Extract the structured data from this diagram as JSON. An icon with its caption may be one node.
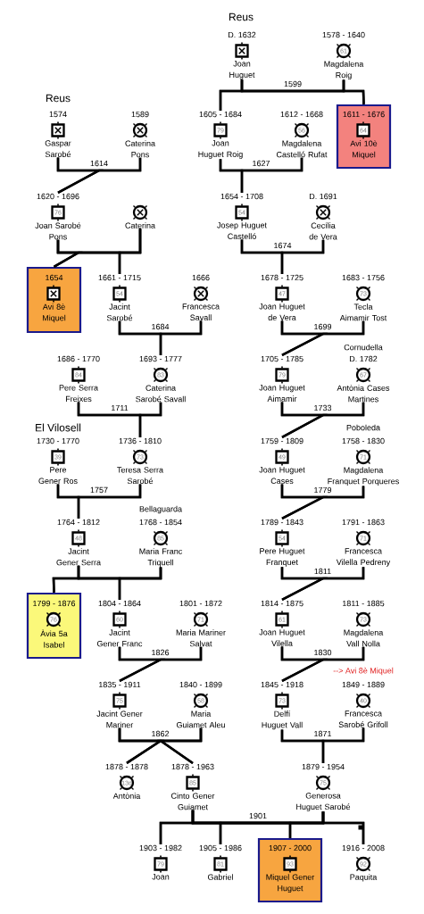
{
  "diagram": {
    "nodes": [
      {
        "text": [],
        "shape": "box",
        "beside": [
          "D. 1632",
          "Joan Huguet"
        ]
      },
      {
        "text": [
          "61"
        ],
        "beside": [
          "1578 - 1640",
          "Magdalena Roig"
        ]
      },
      {
        "text": [],
        "shape": "box",
        "beside": [
          "1574",
          "Gaspar Sarobé"
        ]
      },
      {
        "text": [],
        "shape": "circle",
        "beside": [
          "1589",
          "Caterina Pons"
        ]
      },
      {
        "text": [
          "79"
        ],
        "beside": [
          "1605 - 1684",
          "Joan Huguet Roig"
        ]
      },
      {
        "text": [
          "56"
        ],
        "beside": [
          "1612 - 1668",
          "Magdalena Castelló Rufat"
        ]
      },
      {
        "text": [
          "1611 - 1676",
          "Avi 10è Miquel"
        ]
      },
      {
        "text": [
          "64"
        ],
        "in": 6
      },
      {
        "text": [
          "76"
        ],
        "beside": [
          "1620 - 1696",
          "Joan Sarobé Pons"
        ]
      },
      {
        "text": [],
        "shape": "circle",
        "beside": [
          "Caterina"
        ]
      },
      {
        "text": [
          "54"
        ],
        "beside": [
          "1654 - 1708",
          "Josep Huguet Castelló"
        ]
      },
      {
        "text": [],
        "shape": "circle",
        "beside": [
          "D. 1691",
          "Cecília de Vera"
        ]
      },
      {
        "text": [
          "1654",
          "Avi 8è Miquel"
        ]
      },
      {
        "text": [],
        "shape": "box",
        "in": 12
      },
      {
        "text": [
          "54"
        ],
        "beside": [
          "1661 - 1715",
          "Jacint Sarobé"
        ]
      },
      {
        "text": [],
        "shape": "circle",
        "beside": [
          "1666",
          "Francesca Savall"
        ]
      },
      {
        "text": [
          "47"
        ],
        "beside": [
          "1678 - 1725",
          "Joan Huguet de Vera"
        ]
      },
      {
        "text": [
          "73"
        ],
        "beside": [
          "1683 - 1756",
          "Tecla Aimamir Tost"
        ]
      },
      {
        "text": [
          "84"
        ],
        "beside": [
          "1686 - 1770",
          "Pere Serra Freixes"
        ]
      },
      {
        "text": [
          "83"
        ],
        "beside": [
          "1693 - 1777",
          "Caterina Sarobé Savall"
        ]
      },
      {
        "text": [
          "79"
        ],
        "beside": [
          "1705 - 1785",
          "Joan Huguet Aimamir"
        ]
      },
      {
        "text": [
          "67"
        ],
        "beside": [
          "D. 1782",
          "Antònia Cases Martines"
        ]
      },
      {
        "text": [
          "39"
        ],
        "beside": [
          "1730 - 1770",
          "Pere Gener Ros"
        ]
      },
      {
        "text": [
          "73"
        ],
        "beside": [
          "1736 - 1810",
          "Teresa Serra Sarobé"
        ]
      },
      {
        "text": [
          "49"
        ],
        "beside": [
          "1759 - 1809",
          "Joan Huguet Cases"
        ]
      },
      {
        "text": [
          "71"
        ],
        "beside": [
          "1758 - 1830",
          "Magdalena Franquet Porqueres"
        ]
      },
      {
        "text": [
          "48"
        ],
        "beside": [
          "1764 - 1812",
          "Jacint Gener Serra"
        ]
      },
      {
        "text": [
          "85"
        ],
        "beside": [
          "1768 - 1854",
          "Maria Franc Triquell"
        ]
      },
      {
        "text": [
          "54"
        ],
        "beside": [
          "1789 - 1843",
          "Pere Huguet Franquet"
        ]
      },
      {
        "text": [
          "71"
        ],
        "beside": [
          "1791 - 1863",
          "Francesca Vilella Pedreny"
        ]
      },
      {
        "text": [
          "1799 - 1876",
          "Àvia 5a Isabel"
        ]
      },
      {
        "text": [
          "76"
        ],
        "in": 30
      },
      {
        "text": [
          "60"
        ],
        "beside": [
          "1804 - 1864",
          "Jacint Gener Franc"
        ]
      },
      {
        "text": [
          "71"
        ],
        "beside": [
          "1801 - 1872",
          "Maria Mariner Salvat"
        ]
      },
      {
        "text": [
          "61"
        ],
        "beside": [
          "1814 - 1875",
          "Joan Huguet Vilella"
        ]
      },
      {
        "text": [
          "73"
        ],
        "beside": [
          "1811 - 1885",
          "Magdalena Vall Nolla"
        ]
      },
      {
        "text": [
          "75"
        ],
        "beside": [
          "1835 - 1911",
          "Jacint Gener Mariner"
        ]
      },
      {
        "text": [
          "58"
        ],
        "beside": [
          "1840 - 1899",
          "Maria Guiamet Aleu"
        ]
      },
      {
        "text": [
          "73"
        ],
        "beside": [
          "1845 - 1918",
          "Delfí Huguet Vall"
        ]
      },
      {
        "text": [
          "40"
        ],
        "beside": [
          "1849 - 1889",
          "Francesca Sarobé Grifoll"
        ]
      },
      {
        "text": [
          "13d"
        ],
        "beside": [
          "1878 - 1878",
          "Antònia"
        ]
      },
      {
        "text": [
          "85"
        ],
        "beside": [
          "1878 - 1963",
          "Cinto Gener Guiamet"
        ]
      },
      {
        "text": [
          "75"
        ],
        "beside": [
          "1879 - 1954",
          "Generosa Huguet Sarobé"
        ]
      },
      {
        "text": [
          "79"
        ],
        "beside": [
          "1903 - 1982",
          "Joan"
        ]
      },
      {
        "text": [
          "81"
        ],
        "beside": [
          "1905 - 1986",
          "Gabriel"
        ]
      },
      {
        "text": [
          "1907 - 2000",
          "Miquel Gener Huguet"
        ]
      },
      {
        "text": [
          "93"
        ],
        "in": 45
      },
      {
        "text": [
          "92"
        ],
        "beside": [
          "1916 - 2008",
          "Paquita"
        ]
      }
    ],
    "edges": [
      {
        "from": 0,
        "to": 1,
        "arrow": "none",
        "label": "1599"
      },
      {
        "from": 0,
        "to": 4,
        "arrow": "none"
      },
      {
        "from": 1,
        "to": 4,
        "arrow": "none"
      },
      {
        "from": 0,
        "to": 6,
        "arrow": "none"
      },
      {
        "from": 1,
        "to": 6,
        "arrow": "none"
      },
      {
        "from": 2,
        "to": 3,
        "arrow": "none",
        "label": "1614"
      },
      {
        "from": 2,
        "to": 8,
        "arrow": "none"
      },
      {
        "from": 3,
        "to": 8,
        "arrow": "none"
      },
      {
        "from": 4,
        "to": 5,
        "arrow": "none",
        "label": "1627"
      },
      {
        "from": 4,
        "to": 10,
        "arrow": "none"
      },
      {
        "from": 5,
        "to": 10,
        "arrow": "none"
      },
      {
        "from": 8,
        "to": 9,
        "arrow": "none"
      },
      {
        "from": 8,
        "to": 12,
        "arrow": "none"
      },
      {
        "from": 9,
        "to": 12,
        "arrow": "none"
      },
      {
        "from": 8,
        "to": 14,
        "arrow": "none"
      },
      {
        "from": 9,
        "to": 14,
        "arrow": "none"
      },
      {
        "from": 10,
        "to": 11,
        "arrow": "none",
        "label": "1674"
      },
      {
        "from": 10,
        "to": 16,
        "arrow": "none"
      },
      {
        "from": 11,
        "to": 16,
        "arrow": "none"
      },
      {
        "from": 14,
        "to": 15,
        "arrow": "none",
        "label": "1684"
      },
      {
        "from": 14,
        "to": 19,
        "arrow": "none"
      },
      {
        "from": 15,
        "to": 19,
        "arrow": "none"
      },
      {
        "from": 16,
        "to": 17,
        "arrow": "none",
        "label": "1699"
      },
      {
        "from": 16,
        "to": 20,
        "arrow": "none"
      },
      {
        "from": 17,
        "to": 20,
        "arrow": "none"
      },
      {
        "from": 18,
        "to": 19,
        "arrow": "none",
        "label": "1711"
      },
      {
        "from": 18,
        "to": 23,
        "arrow": "none"
      },
      {
        "from": 19,
        "to": 23,
        "arrow": "none"
      },
      {
        "from": 20,
        "to": 21,
        "arrow": "none",
        "label": "1733"
      },
      {
        "from": 20,
        "to": 24,
        "arrow": "none"
      },
      {
        "from": 21,
        "to": 24,
        "arrow": "none"
      },
      {
        "from": 22,
        "to": 23,
        "arrow": "none",
        "label": "1757"
      },
      {
        "from": 22,
        "to": 26,
        "arrow": "none"
      },
      {
        "from": 23,
        "to": 26,
        "arrow": "none"
      },
      {
        "from": 24,
        "to": 25,
        "arrow": "none",
        "label": "1779"
      },
      {
        "from": 24,
        "to": 28,
        "arrow": "none"
      },
      {
        "from": 25,
        "to": 28,
        "arrow": "none"
      },
      {
        "from": 26,
        "to": 27,
        "arrow": "none"
      },
      {
        "from": 26,
        "to": 30,
        "arrow": "none"
      },
      {
        "from": 27,
        "to": 30,
        "arrow": "none"
      },
      {
        "from": 26,
        "to": 32,
        "arrow": "none"
      },
      {
        "from": 27,
        "to": 32,
        "arrow": "none"
      },
      {
        "from": 28,
        "to": 29,
        "arrow": "none",
        "label": "1811"
      },
      {
        "from": 28,
        "to": 34,
        "arrow": "none"
      },
      {
        "from": 29,
        "to": 34,
        "arrow": "none"
      },
      {
        "from": 32,
        "to": 33,
        "arrow": "none",
        "label": "1826"
      },
      {
        "from": 32,
        "to": 36,
        "arrow": "none"
      },
      {
        "from": 33,
        "to": 36,
        "arrow": "none"
      },
      {
        "from": 34,
        "to": 35,
        "arrow": "none",
        "label": "1830"
      },
      {
        "from": 34,
        "to": 38,
        "arrow": "none"
      },
      {
        "from": 35,
        "to": 38,
        "arrow": "none"
      },
      {
        "from": 36,
        "to": 37,
        "arrow": "none",
        "label": "1862"
      },
      {
        "from": 36,
        "to": 40,
        "arrow": "none"
      },
      {
        "from": 37,
        "to": 40,
        "arrow": "none"
      },
      {
        "from": 36,
        "to": 41,
        "arrow": "none"
      },
      {
        "from": 37,
        "to": 41,
        "arrow": "none"
      },
      {
        "from": 38,
        "to": 39,
        "arrow": "none",
        "label": "1871"
      },
      {
        "from": 38,
        "to": 42,
        "arrow": "none"
      },
      {
        "from": 39,
        "to": 42,
        "arrow": "none"
      },
      {
        "from": 41,
        "to": 42,
        "arrow": "none",
        "label": "1901"
      },
      {
        "from": 41,
        "to": 43,
        "arrow": "none"
      },
      {
        "from": 42,
        "to": 43,
        "arrow": "none"
      },
      {
        "from": 41,
        "to": 44,
        "arrow": "none"
      },
      {
        "from": 42,
        "to": 44,
        "arrow": "none"
      },
      {
        "from": 41,
        "to": 45,
        "arrow": "none"
      },
      {
        "from": 42,
        "to": 45,
        "arrow": "none"
      },
      {
        "from": 41,
        "to": 47,
        "arrow": "none"
      },
      {
        "from": 42,
        "to": 47,
        "arrow": "none"
      }
    ],
    "labels": [
      "Reus",
      "Reus",
      "Cornudella",
      "El Vilosell",
      "Poboleda",
      "Bellaguarda",
      "--> Avi 8è Miquel"
    ]
  }
}
